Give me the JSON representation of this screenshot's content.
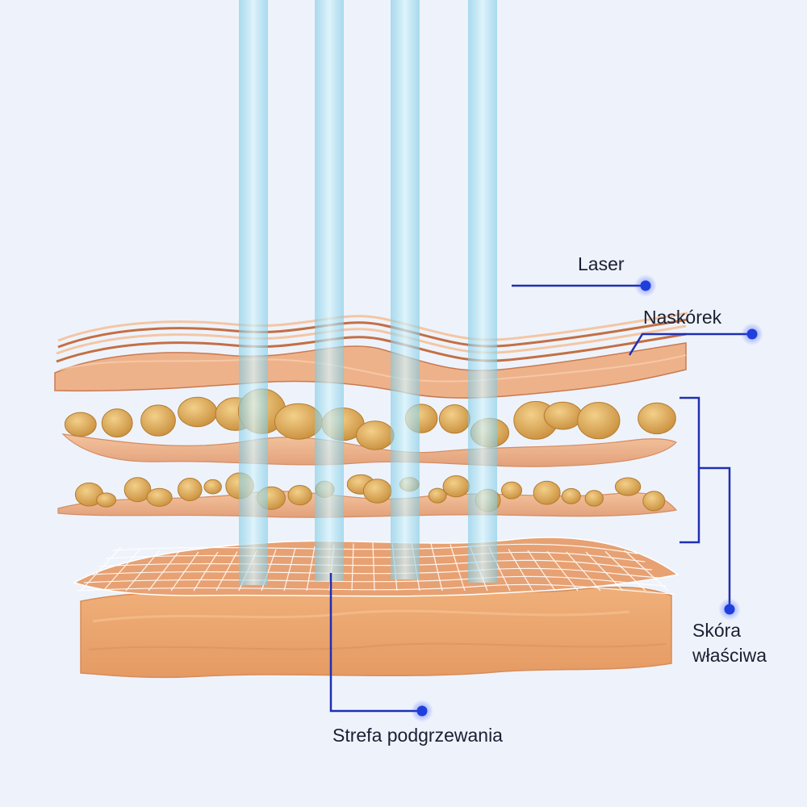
{
  "labels": {
    "laser": "Laser",
    "epidermis": "Naskórek",
    "dermis_line1": "Skóra",
    "dermis_line2": "właściwa",
    "heating_zone": "Strefa podgrzewania"
  },
  "colors": {
    "background": "#eef3fb",
    "leader_line": "#1f2fb3",
    "leader_dot": "#1f3fdd",
    "laser_beam": "#9fe0ef",
    "skin_layer": "#e7a77e",
    "skin_layer_dark": "#c97a52",
    "fat_cells": "#d7a24e",
    "grid_lines": "#ffffff",
    "base_block": "#e9a26c"
  }
}
